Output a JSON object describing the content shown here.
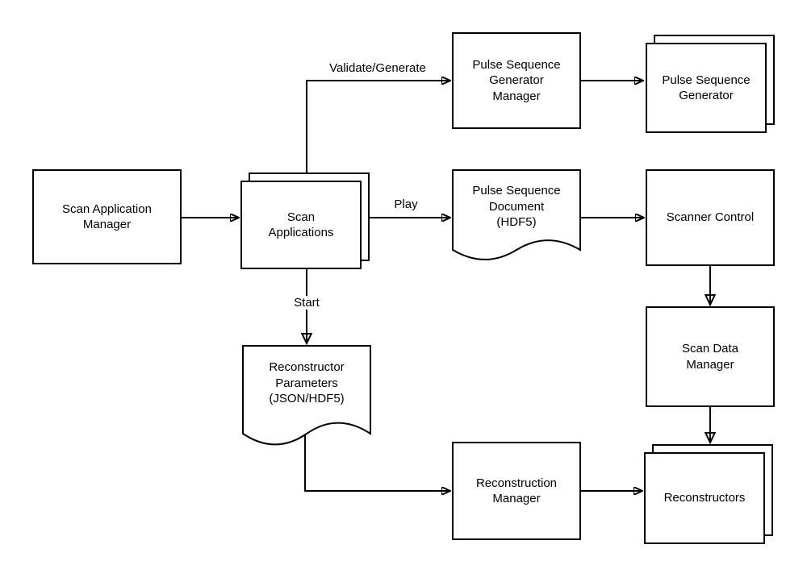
{
  "diagram": {
    "colors": {
      "stroke": "#000000",
      "fill": "#ffffff",
      "background": "#ffffff"
    },
    "nodes": {
      "scan_application_manager": {
        "shape": "rect",
        "label": [
          "Scan Application",
          "Manager"
        ]
      },
      "scan_applications": {
        "shape": "stack",
        "label": [
          "Scan",
          "Applications"
        ]
      },
      "pulse_sequence_generator_manager": {
        "shape": "rect",
        "label": [
          "Pulse Sequence",
          "Generator",
          "Manager"
        ]
      },
      "pulse_sequence_generator": {
        "shape": "stack",
        "label": [
          "Pulse Sequence",
          "Generator"
        ]
      },
      "pulse_sequence_document": {
        "shape": "document",
        "label": [
          "Pulse Sequence",
          "Document",
          "(HDF5)"
        ]
      },
      "scanner_control": {
        "shape": "rect",
        "label": [
          "Scanner Control"
        ]
      },
      "scan_data_manager": {
        "shape": "rect",
        "label": [
          "Scan Data",
          "Manager"
        ]
      },
      "reconstructor_parameters": {
        "shape": "document",
        "label": [
          "Reconstructor",
          "Parameters",
          "(JSON/HDF5)"
        ]
      },
      "reconstruction_manager": {
        "shape": "rect",
        "label": [
          "Reconstruction",
          "Manager"
        ]
      },
      "reconstructors": {
        "shape": "stack",
        "label": [
          "Reconstructors"
        ]
      }
    },
    "edges": [
      {
        "from": "scan_application_manager",
        "to": "scan_applications",
        "arrowhead": "filled"
      },
      {
        "from": "scan_applications",
        "to": "pulse_sequence_generator_manager",
        "label": "Validate/Generate",
        "arrowhead": "filled"
      },
      {
        "from": "pulse_sequence_generator_manager",
        "to": "pulse_sequence_generator",
        "arrowhead": "filled"
      },
      {
        "from": "scan_applications",
        "to": "pulse_sequence_document",
        "label": "Play",
        "arrowhead": "filled"
      },
      {
        "from": "pulse_sequence_document",
        "to": "scanner_control",
        "arrowhead": "filled"
      },
      {
        "from": "scanner_control",
        "to": "scan_data_manager",
        "arrowhead": "hollow"
      },
      {
        "from": "scan_data_manager",
        "to": "reconstructors",
        "arrowhead": "hollow"
      },
      {
        "from": "scan_applications",
        "to": "reconstructor_parameters",
        "label": "Start",
        "arrowhead": "hollow"
      },
      {
        "from": "reconstructor_parameters",
        "to": "reconstruction_manager",
        "arrowhead": "filled"
      },
      {
        "from": "reconstruction_manager",
        "to": "reconstructors",
        "arrowhead": "filled"
      }
    ]
  }
}
